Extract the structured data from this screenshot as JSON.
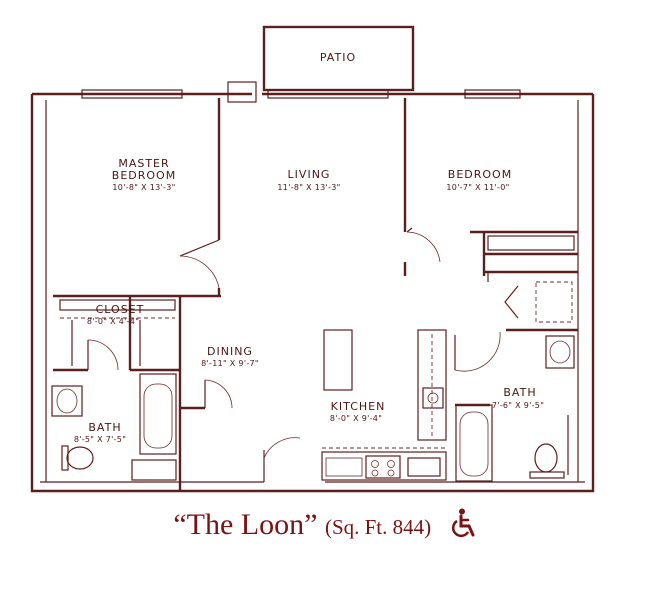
{
  "plan": {
    "patio": "PATIO",
    "master_bedroom_line1": "MASTER",
    "master_bedroom_line2": "BEDROOM",
    "master_bedroom_dim": "10'-8\" X 13'-3\"",
    "living": "LIVING",
    "living_dim": "11'-8\" X 13'-3\"",
    "bedroom": "BEDROOM",
    "bedroom_dim": "10'-7\" X 11'-0\"",
    "closet": "CLOSET",
    "closet_dim": "8'-0\" X 4'-4\"",
    "dining": "DINING",
    "dining_dim": "8'-11\" X 9'-7\"",
    "kitchen": "KITCHEN",
    "kitchen_dim": "8'-0\" X 9'-4\"",
    "bath_left": "BATH",
    "bath_left_dim": "8'-5\" X 7'-5\"",
    "bath_right": "BATH",
    "bath_right_dim": "7'-6\" X 9'-5\""
  },
  "caption": {
    "name": "“The Loon”",
    "area": "(Sq. Ft. 844)",
    "accessibility_icon": "wheelchair-icon",
    "color": "#7a1212"
  },
  "colors": {
    "line": "#5b1f1f"
  }
}
